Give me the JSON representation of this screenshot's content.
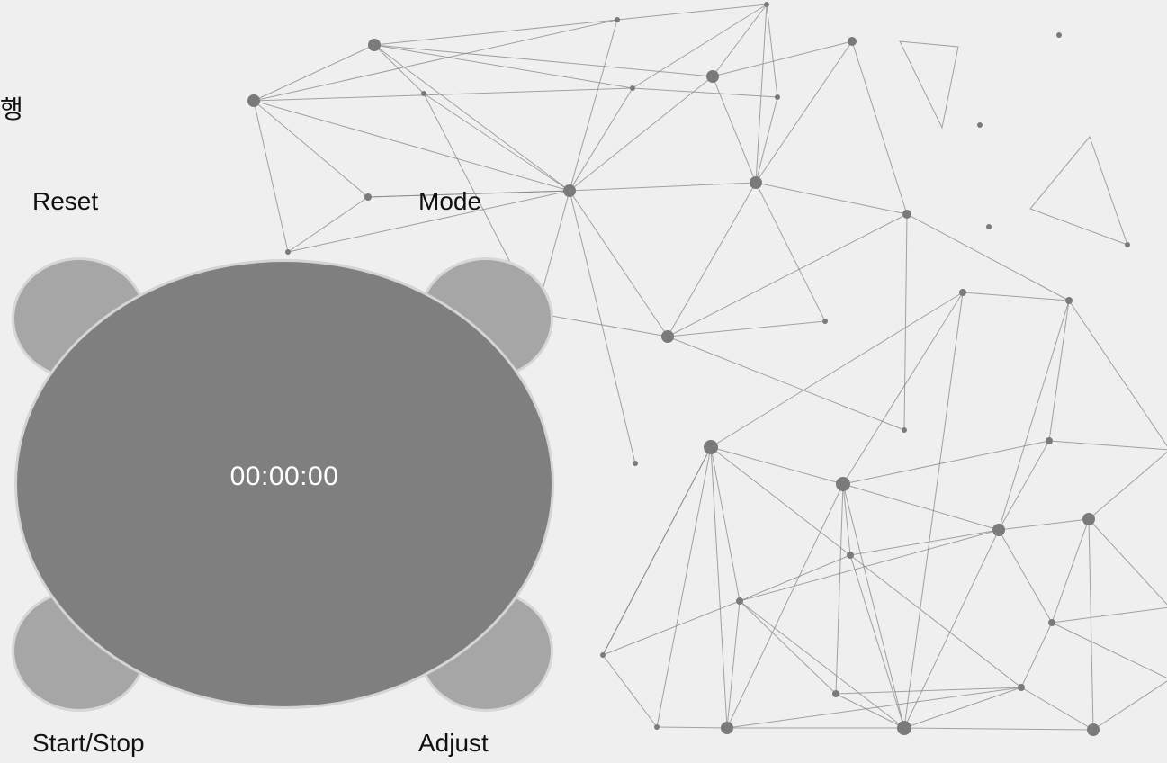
{
  "top_left_text": "행",
  "buttons": {
    "reset": "Reset",
    "mode": "Mode",
    "start_stop": "Start/Stop",
    "adjust": "Adjust"
  },
  "display": {
    "time": "00:00:00"
  },
  "colors": {
    "background": "#efefef",
    "face": "#7f7f7f",
    "button": "#a6a6a6",
    "outline": "#d4d4d4",
    "network": "#808080"
  }
}
